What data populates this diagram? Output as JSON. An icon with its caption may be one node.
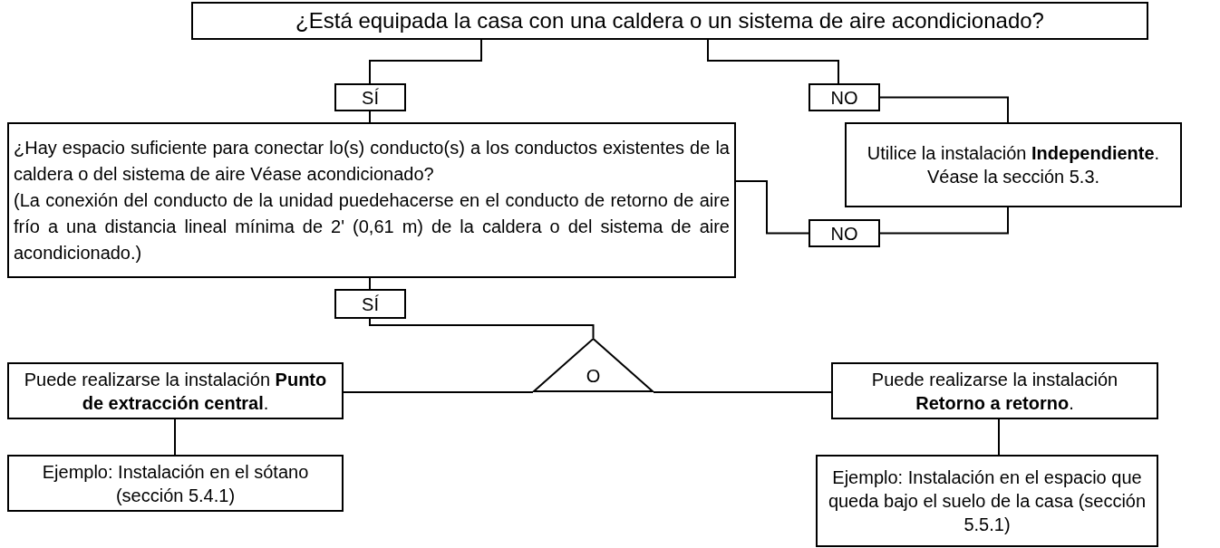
{
  "diagram": {
    "nodes": [
      {
        "text": [
          "¿Está equipada la casa con una caldera o un sistema de aire acondicionado?"
        ]
      },
      {
        "text": [
          "SÍ"
        ]
      },
      {
        "text": [
          "NO"
        ]
      },
      {
        "text": [
          "¿Hay espacio suficiente para conectar lo(s) conducto(s) a los conductos existentes de la caldera o del sistema de aire Véase acondicionado?",
          "(La conexión del conducto de la unidad puedehacerse en el conducto de retorno de aire frío a una distancia lineal mínima de 2' (0,61 m) de la caldera o del sistema de aire acondicionado.)"
        ]
      },
      {
        "text": [
          "Utilice la instalación **Independiente**. Véase la sección 5.3."
        ]
      },
      {
        "text": [
          "NO"
        ]
      },
      {
        "text": [
          "SÍ"
        ]
      },
      {
        "text": [
          "O"
        ]
      },
      {
        "text": [
          "Puede realizarse la instalación **Punto de extracción central**."
        ]
      },
      {
        "text": [
          "Puede realizarse la instalación **Retorno a retorno**."
        ]
      },
      {
        "text": [
          "Ejemplo: Instalación en el sótano (sección 5.4.1)"
        ]
      },
      {
        "text": [
          "Ejemplo: Instalación en el espacio que queda bajo el suelo de la casa (sección 5.5.1)"
        ]
      }
    ],
    "edges": [
      {
        "from": 0,
        "to": 1,
        "arrow": "none"
      },
      {
        "from": 0,
        "to": 2,
        "arrow": "none"
      },
      {
        "from": 1,
        "to": 3,
        "arrow": "none"
      },
      {
        "from": 2,
        "to": 4,
        "arrow": "none"
      },
      {
        "from": 3,
        "to": 5,
        "arrow": "none"
      },
      {
        "from": 5,
        "to": 4,
        "arrow": "none"
      },
      {
        "from": 3,
        "to": 6,
        "arrow": "none"
      },
      {
        "from": 6,
        "to": 7,
        "arrow": "none"
      },
      {
        "from": 7,
        "to": 8,
        "arrow": "none"
      },
      {
        "from": 7,
        "to": 9,
        "arrow": "none"
      },
      {
        "from": 8,
        "to": 10,
        "arrow": "none"
      },
      {
        "from": 9,
        "to": 11,
        "arrow": "none"
      }
    ]
  }
}
